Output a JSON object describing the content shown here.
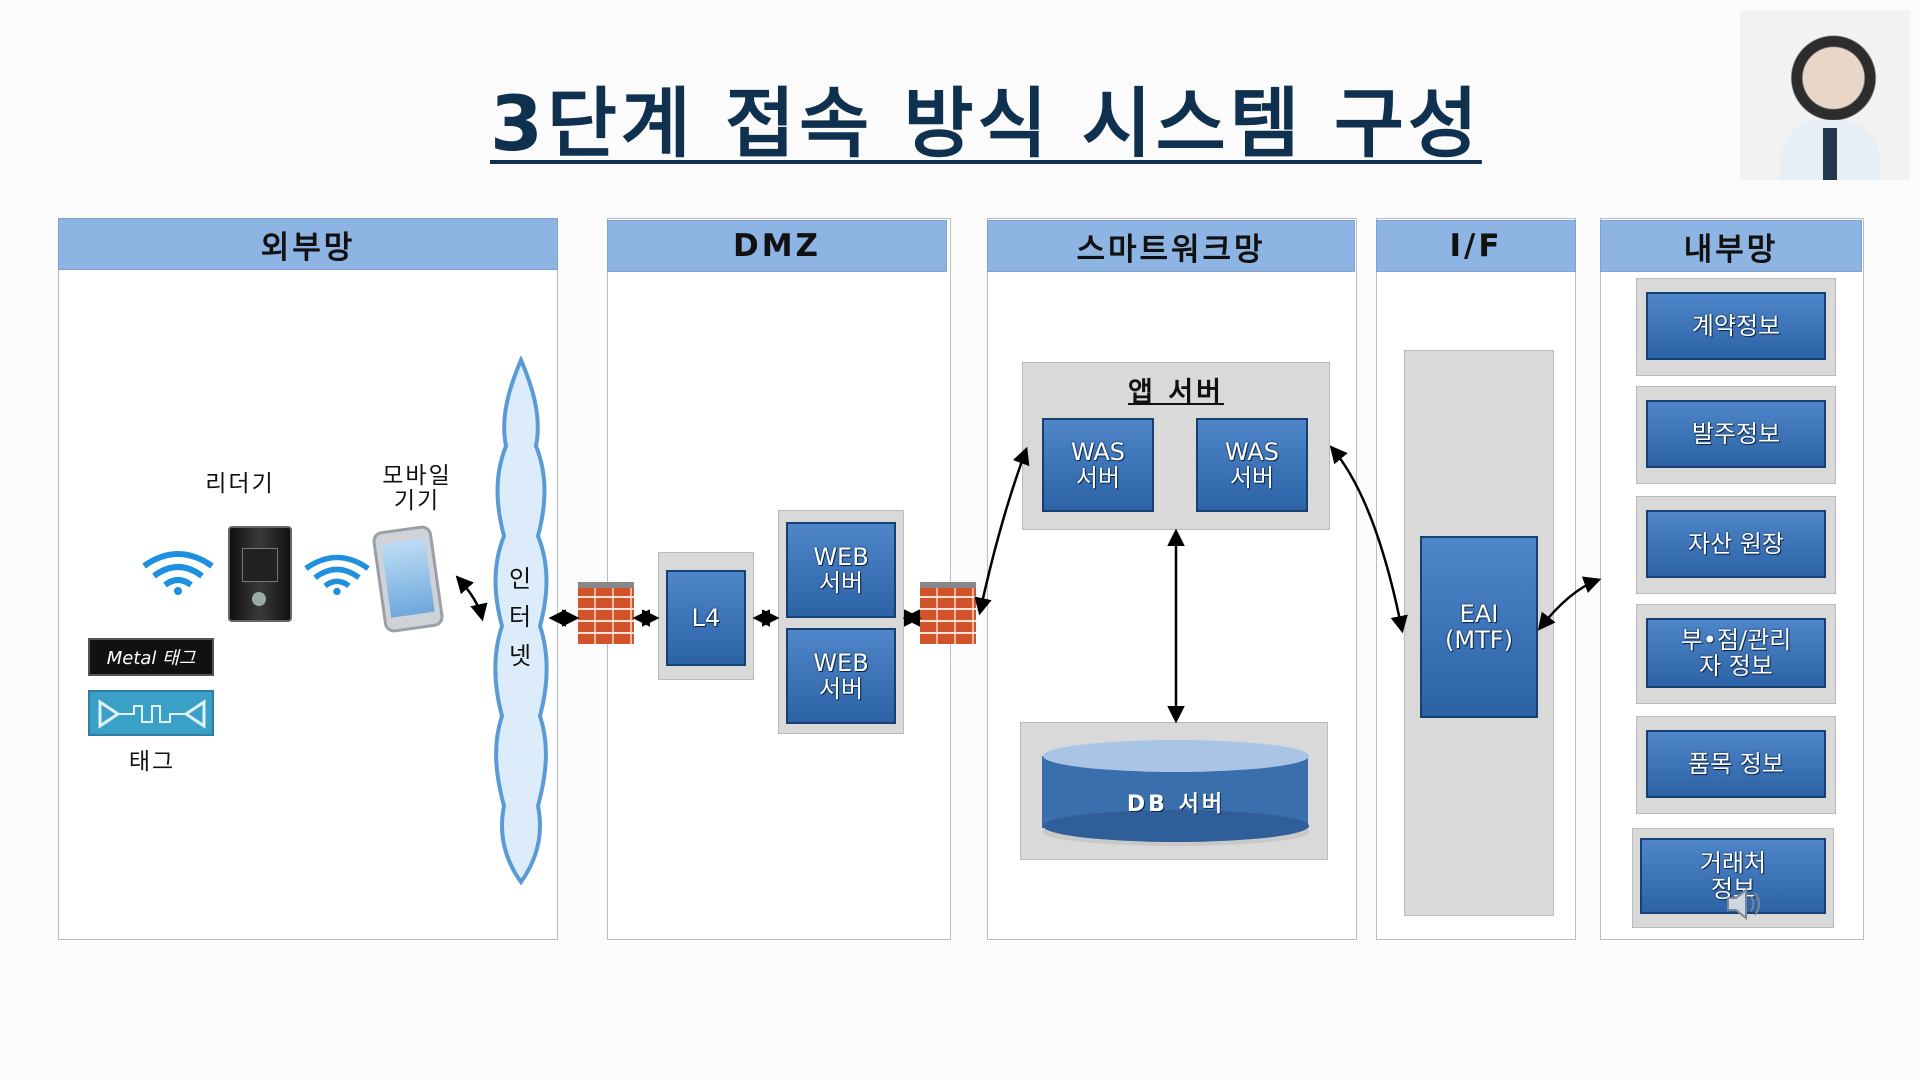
{
  "title": "3단계 접속 방식 시스템 구성",
  "colors": {
    "header_bg": "#8db4e2",
    "box_blue": "#3a72b8",
    "title_color": "#10304f",
    "firewall": "#d2532a"
  },
  "sections": {
    "external": {
      "header": "외부망"
    },
    "dmz": {
      "header": "DMZ"
    },
    "smartwork": {
      "header": "스마트워크망"
    },
    "interface": {
      "header": "I/F"
    },
    "internal": {
      "header": "내부망"
    }
  },
  "external": {
    "reader_label": "리더기",
    "mobile_label": "모바일\n기기",
    "metal_tag_text": "Metal 태그",
    "tag_label": "태그",
    "internet_label": "인\n터\n넷",
    "icons": [
      "wifi-icon",
      "reader-device-icon",
      "smartphone-icon",
      "rfid-tag-icon"
    ]
  },
  "dmz": {
    "l4_label": "L4",
    "web_server_1": "WEB\n서버",
    "web_server_2": "WEB\n서버"
  },
  "smartwork": {
    "app_server_title": "앱 서버",
    "was_server_1": "WAS\n서버",
    "was_server_2": "WAS\n서버",
    "db_server": "DB 서버"
  },
  "interface": {
    "eai_label": "EAI\n(MTF)"
  },
  "internal": {
    "items": [
      "계약정보",
      "발주정보",
      "자산 원장",
      "부•점/관리\n자 정보",
      "품목 정보",
      "거래처\n정보"
    ]
  }
}
